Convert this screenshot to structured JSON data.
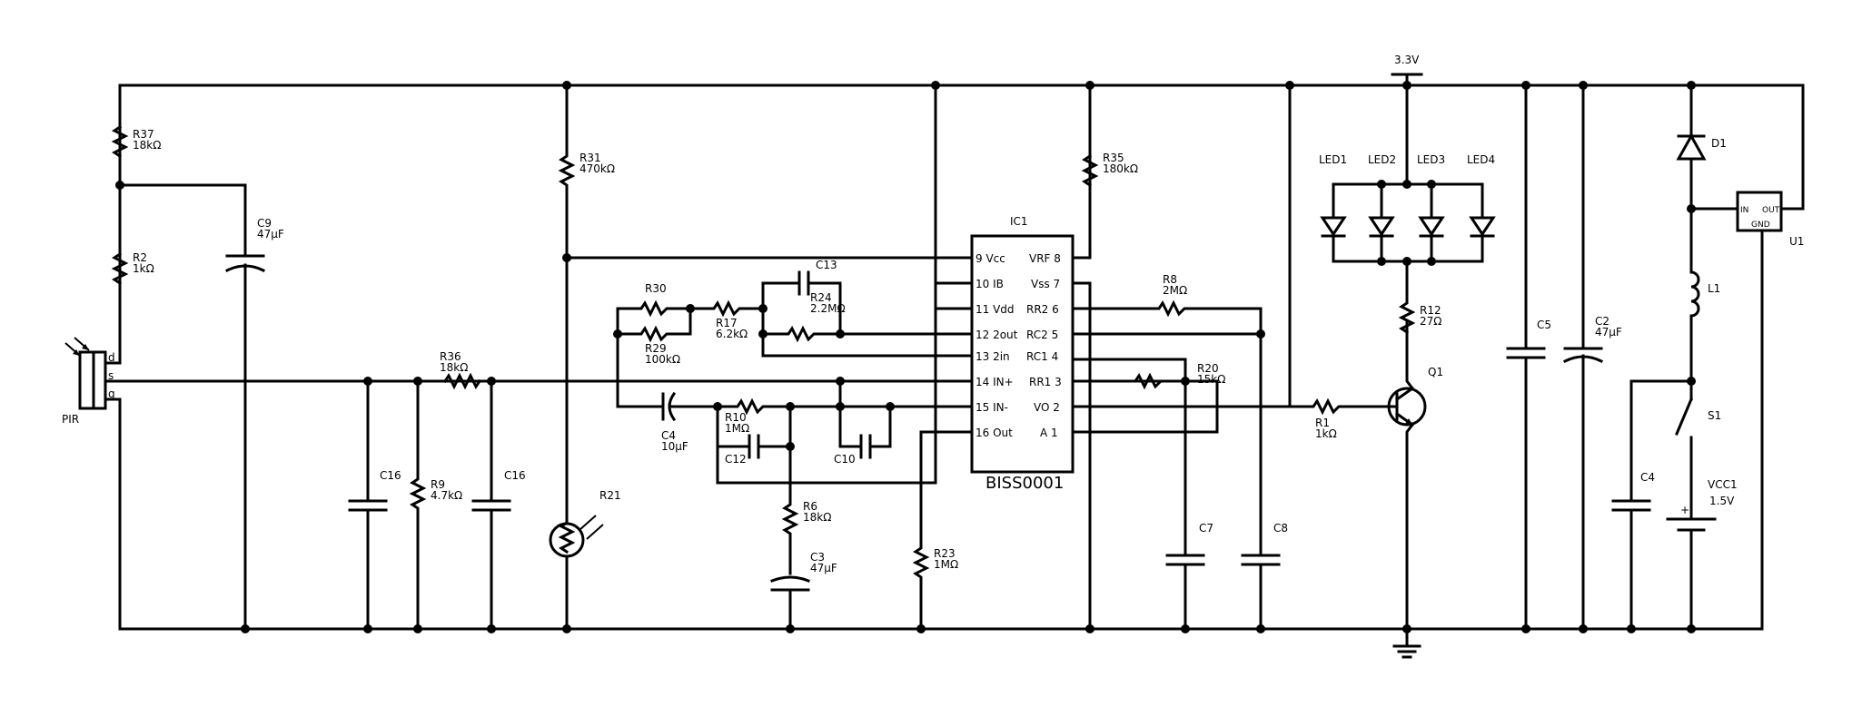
{
  "supply": {
    "voltage_label": "3.3V"
  },
  "ic1": {
    "ref": "IC1",
    "part": "BISS0001",
    "left_pins": [
      "9 Vcc",
      "10 IB",
      "11 Vdd",
      "12 2out",
      "13 2in",
      "14 IN+",
      "15 IN-",
      "16 Out"
    ],
    "right_pins": [
      "VRF 8",
      "Vss 7",
      "RR2 6",
      "RC2 5",
      "RC1 4",
      "RR1 3",
      "VO 2",
      "A 1"
    ]
  },
  "pir": {
    "ref": "PIR",
    "pin_d": "d",
    "pin_s": "s",
    "pin_g": "g"
  },
  "components": {
    "r37": {
      "ref": "R37",
      "value": "18kΩ"
    },
    "r2": {
      "ref": "R2",
      "value": "1kΩ"
    },
    "c9": {
      "ref": "C9",
      "value": "47µF"
    },
    "r36": {
      "ref": "R36",
      "value": "18kΩ"
    },
    "c16a": {
      "ref": "C16"
    },
    "r9": {
      "ref": "R9",
      "value": "4.7kΩ"
    },
    "c16b": {
      "ref": "C16"
    },
    "r31": {
      "ref": "R31",
      "value": "470kΩ"
    },
    "r21": {
      "ref": "R21"
    },
    "c13": {
      "ref": "C13"
    },
    "r24": {
      "ref": "R24",
      "value": "2.2MΩ"
    },
    "r30": {
      "ref": "R30"
    },
    "r29": {
      "ref": "R29",
      "value": "100kΩ"
    },
    "r17": {
      "ref": "R17",
      "value": "6.2kΩ"
    },
    "c4a": {
      "ref": "C4",
      "value": "10µF"
    },
    "r10": {
      "ref": "R10",
      "value": "1MΩ"
    },
    "c12": {
      "ref": "C12"
    },
    "c10": {
      "ref": "C10"
    },
    "r6": {
      "ref": "R6",
      "value": "18kΩ"
    },
    "c3": {
      "ref": "C3",
      "value": "47µF"
    },
    "r23": {
      "ref": "R23",
      "value": "1MΩ"
    },
    "r35": {
      "ref": "R35",
      "value": "180kΩ"
    },
    "r8": {
      "ref": "R8",
      "value": "2MΩ"
    },
    "r20": {
      "ref": "R20",
      "value": "15kΩ"
    },
    "c7": {
      "ref": "C7"
    },
    "c8": {
      "ref": "C8"
    },
    "r1": {
      "ref": "R1",
      "value": "1kΩ"
    },
    "led1": {
      "ref": "LED1"
    },
    "led2": {
      "ref": "LED2"
    },
    "led3": {
      "ref": "LED3"
    },
    "led4": {
      "ref": "LED4"
    },
    "r12": {
      "ref": "R12",
      "value": "27Ω"
    },
    "q1": {
      "ref": "Q1"
    },
    "c5": {
      "ref": "C5"
    },
    "c2": {
      "ref": "C2",
      "value": "47µF"
    },
    "d1": {
      "ref": "D1"
    },
    "u1": {
      "ref": "U1",
      "pin_in": "IN",
      "pin_out": "OUT",
      "pin_gnd": "GND"
    },
    "l1": {
      "ref": "L1"
    },
    "s1": {
      "ref": "S1"
    },
    "c4b": {
      "ref": "C4"
    },
    "vcc1": {
      "ref": "VCC1",
      "value": "1.5V"
    }
  }
}
